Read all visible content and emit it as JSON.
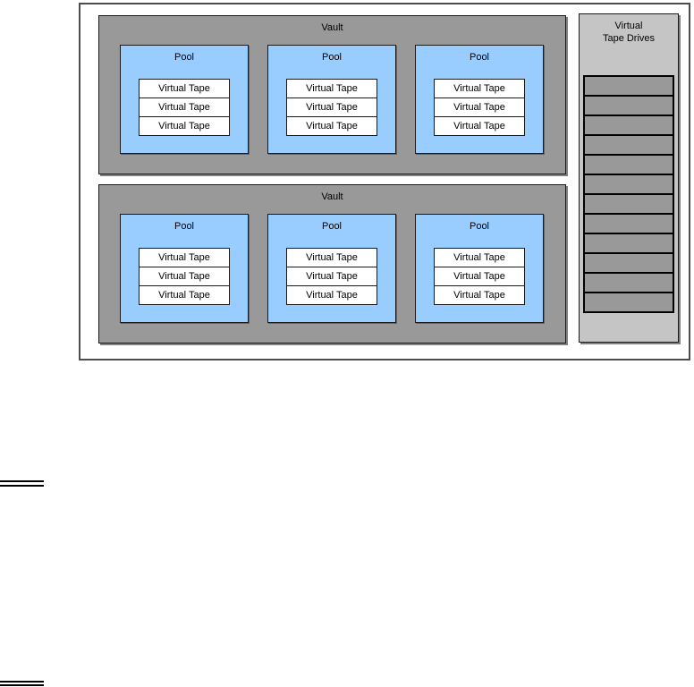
{
  "figure": {
    "vaults": [
      {
        "label": "Vault",
        "pools": [
          {
            "label": "Pool",
            "tapes": [
              "Virtual Tape",
              "Virtual Tape",
              "Virtual Tape"
            ]
          },
          {
            "label": "Pool",
            "tapes": [
              "Virtual Tape",
              "Virtual Tape",
              "Virtual Tape"
            ]
          },
          {
            "label": "Pool",
            "tapes": [
              "Virtual Tape",
              "Virtual Tape",
              "Virtual Tape"
            ]
          }
        ]
      },
      {
        "label": "Vault",
        "pools": [
          {
            "label": "Pool",
            "tapes": [
              "Virtual Tape",
              "Virtual Tape",
              "Virtual Tape"
            ]
          },
          {
            "label": "Pool",
            "tapes": [
              "Virtual Tape",
              "Virtual Tape",
              "Virtual Tape"
            ]
          },
          {
            "label": "Pool",
            "tapes": [
              "Virtual Tape",
              "Virtual Tape",
              "Virtual Tape"
            ]
          }
        ]
      }
    ],
    "tape_drives": {
      "label_line1": "Virtual",
      "label_line2": "Tape Drives",
      "slot_count": 12
    },
    "colors": {
      "vault_fill": "#999999",
      "pool_fill": "#99CCFF",
      "tape_fill": "#FFFFFF",
      "drives_fill": "#C5C5C5",
      "slot_fill": "#999999",
      "slot_divider": "#000000",
      "box_border": "#1A1A1A",
      "outer_border": "#4D4D4D",
      "shadow": "#808080"
    }
  }
}
